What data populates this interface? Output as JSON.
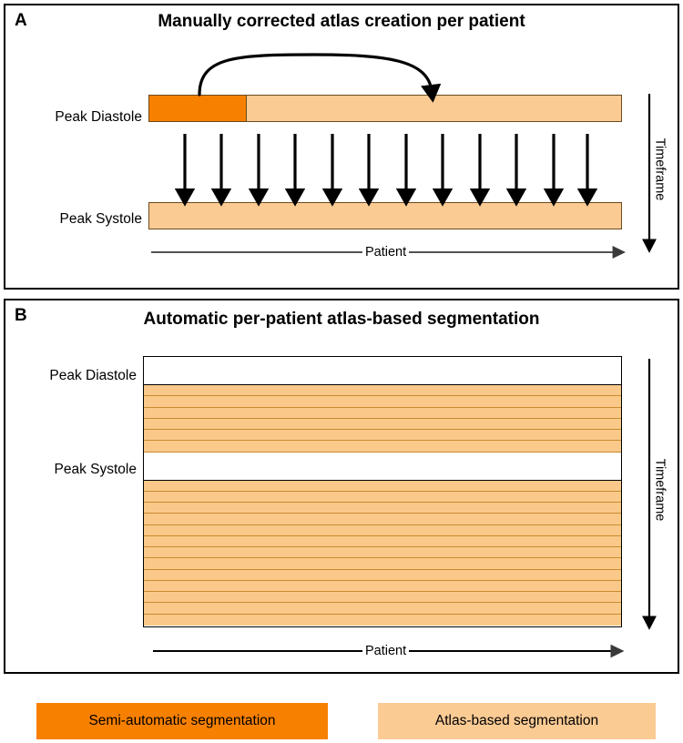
{
  "figure": {
    "panels": [
      {
        "letter": "A",
        "title": "Manually corrected atlas creation per patient",
        "row_labels": {
          "diastole": "Peak Diastole",
          "systole": "Peak Systole"
        },
        "x_axis_label": "Patient",
        "y_axis_label": "Timeframe",
        "diastole_row": {
          "semi_automatic_fraction": 0.206,
          "atlas_based_fraction": 0.794
        },
        "propagation_arrow_count": 12,
        "curved_arrow": {
          "from": "semi-automatic-segment",
          "to": "atlas-based-segment"
        }
      },
      {
        "letter": "B",
        "title": "Automatic per-patient atlas-based segmentation",
        "row_labels": {
          "diastole": "Peak Diastole",
          "systole": "Peak Systole"
        },
        "x_axis_label": "Patient",
        "y_axis_label": "Timeframe",
        "rows": [
          {
            "type": "white",
            "label": "Peak Diastole"
          },
          {
            "type": "stripe"
          },
          {
            "type": "stripe"
          },
          {
            "type": "stripe"
          },
          {
            "type": "stripe"
          },
          {
            "type": "stripe"
          },
          {
            "type": "stripe"
          },
          {
            "type": "white",
            "label": "Peak Systole"
          },
          {
            "type": "stripe"
          },
          {
            "type": "stripe"
          },
          {
            "type": "stripe"
          },
          {
            "type": "stripe"
          },
          {
            "type": "stripe"
          },
          {
            "type": "stripe"
          },
          {
            "type": "stripe"
          },
          {
            "type": "stripe"
          },
          {
            "type": "stripe"
          },
          {
            "type": "stripe"
          },
          {
            "type": "stripe"
          },
          {
            "type": "stripe"
          },
          {
            "type": "stripe"
          }
        ]
      }
    ],
    "legend": [
      {
        "label": "Semi-automatic segmentation",
        "color": "#F88000"
      },
      {
        "label": "Atlas-based segmentation",
        "color": "#FBCB94"
      }
    ],
    "colors": {
      "semi_automatic": "#F88000",
      "atlas_based": "#FBCB94",
      "panel_b_stripe": "#FAC98A",
      "stripe_divider": "#C98A2E",
      "bar_outline": "#6B4A1F",
      "panel_border": "#000000",
      "background": "#FFFFFF"
    }
  }
}
